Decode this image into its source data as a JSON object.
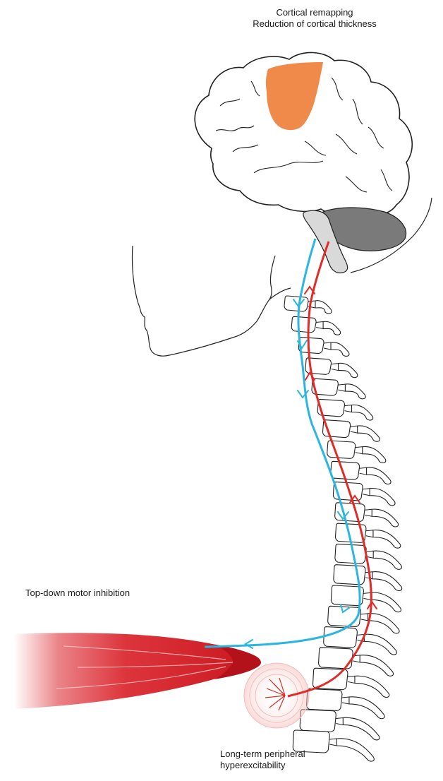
{
  "labels": {
    "cortical": [
      "Cortical remapping",
      "Reduction of cortical thickness"
    ],
    "motor": "Top-down motor inhibition",
    "peripheral": [
      "Long-term peripheral",
      "hyperexcitability"
    ]
  },
  "colors": {
    "descending_pathway": "#29b6e0",
    "ascending_pathway": "#e02b27",
    "cortex_region": "#f08a4b",
    "cerebellum": "#7a7a7a",
    "brainstem": "#d9d9d9",
    "muscle": "#d91e26",
    "outline": "#222222"
  }
}
